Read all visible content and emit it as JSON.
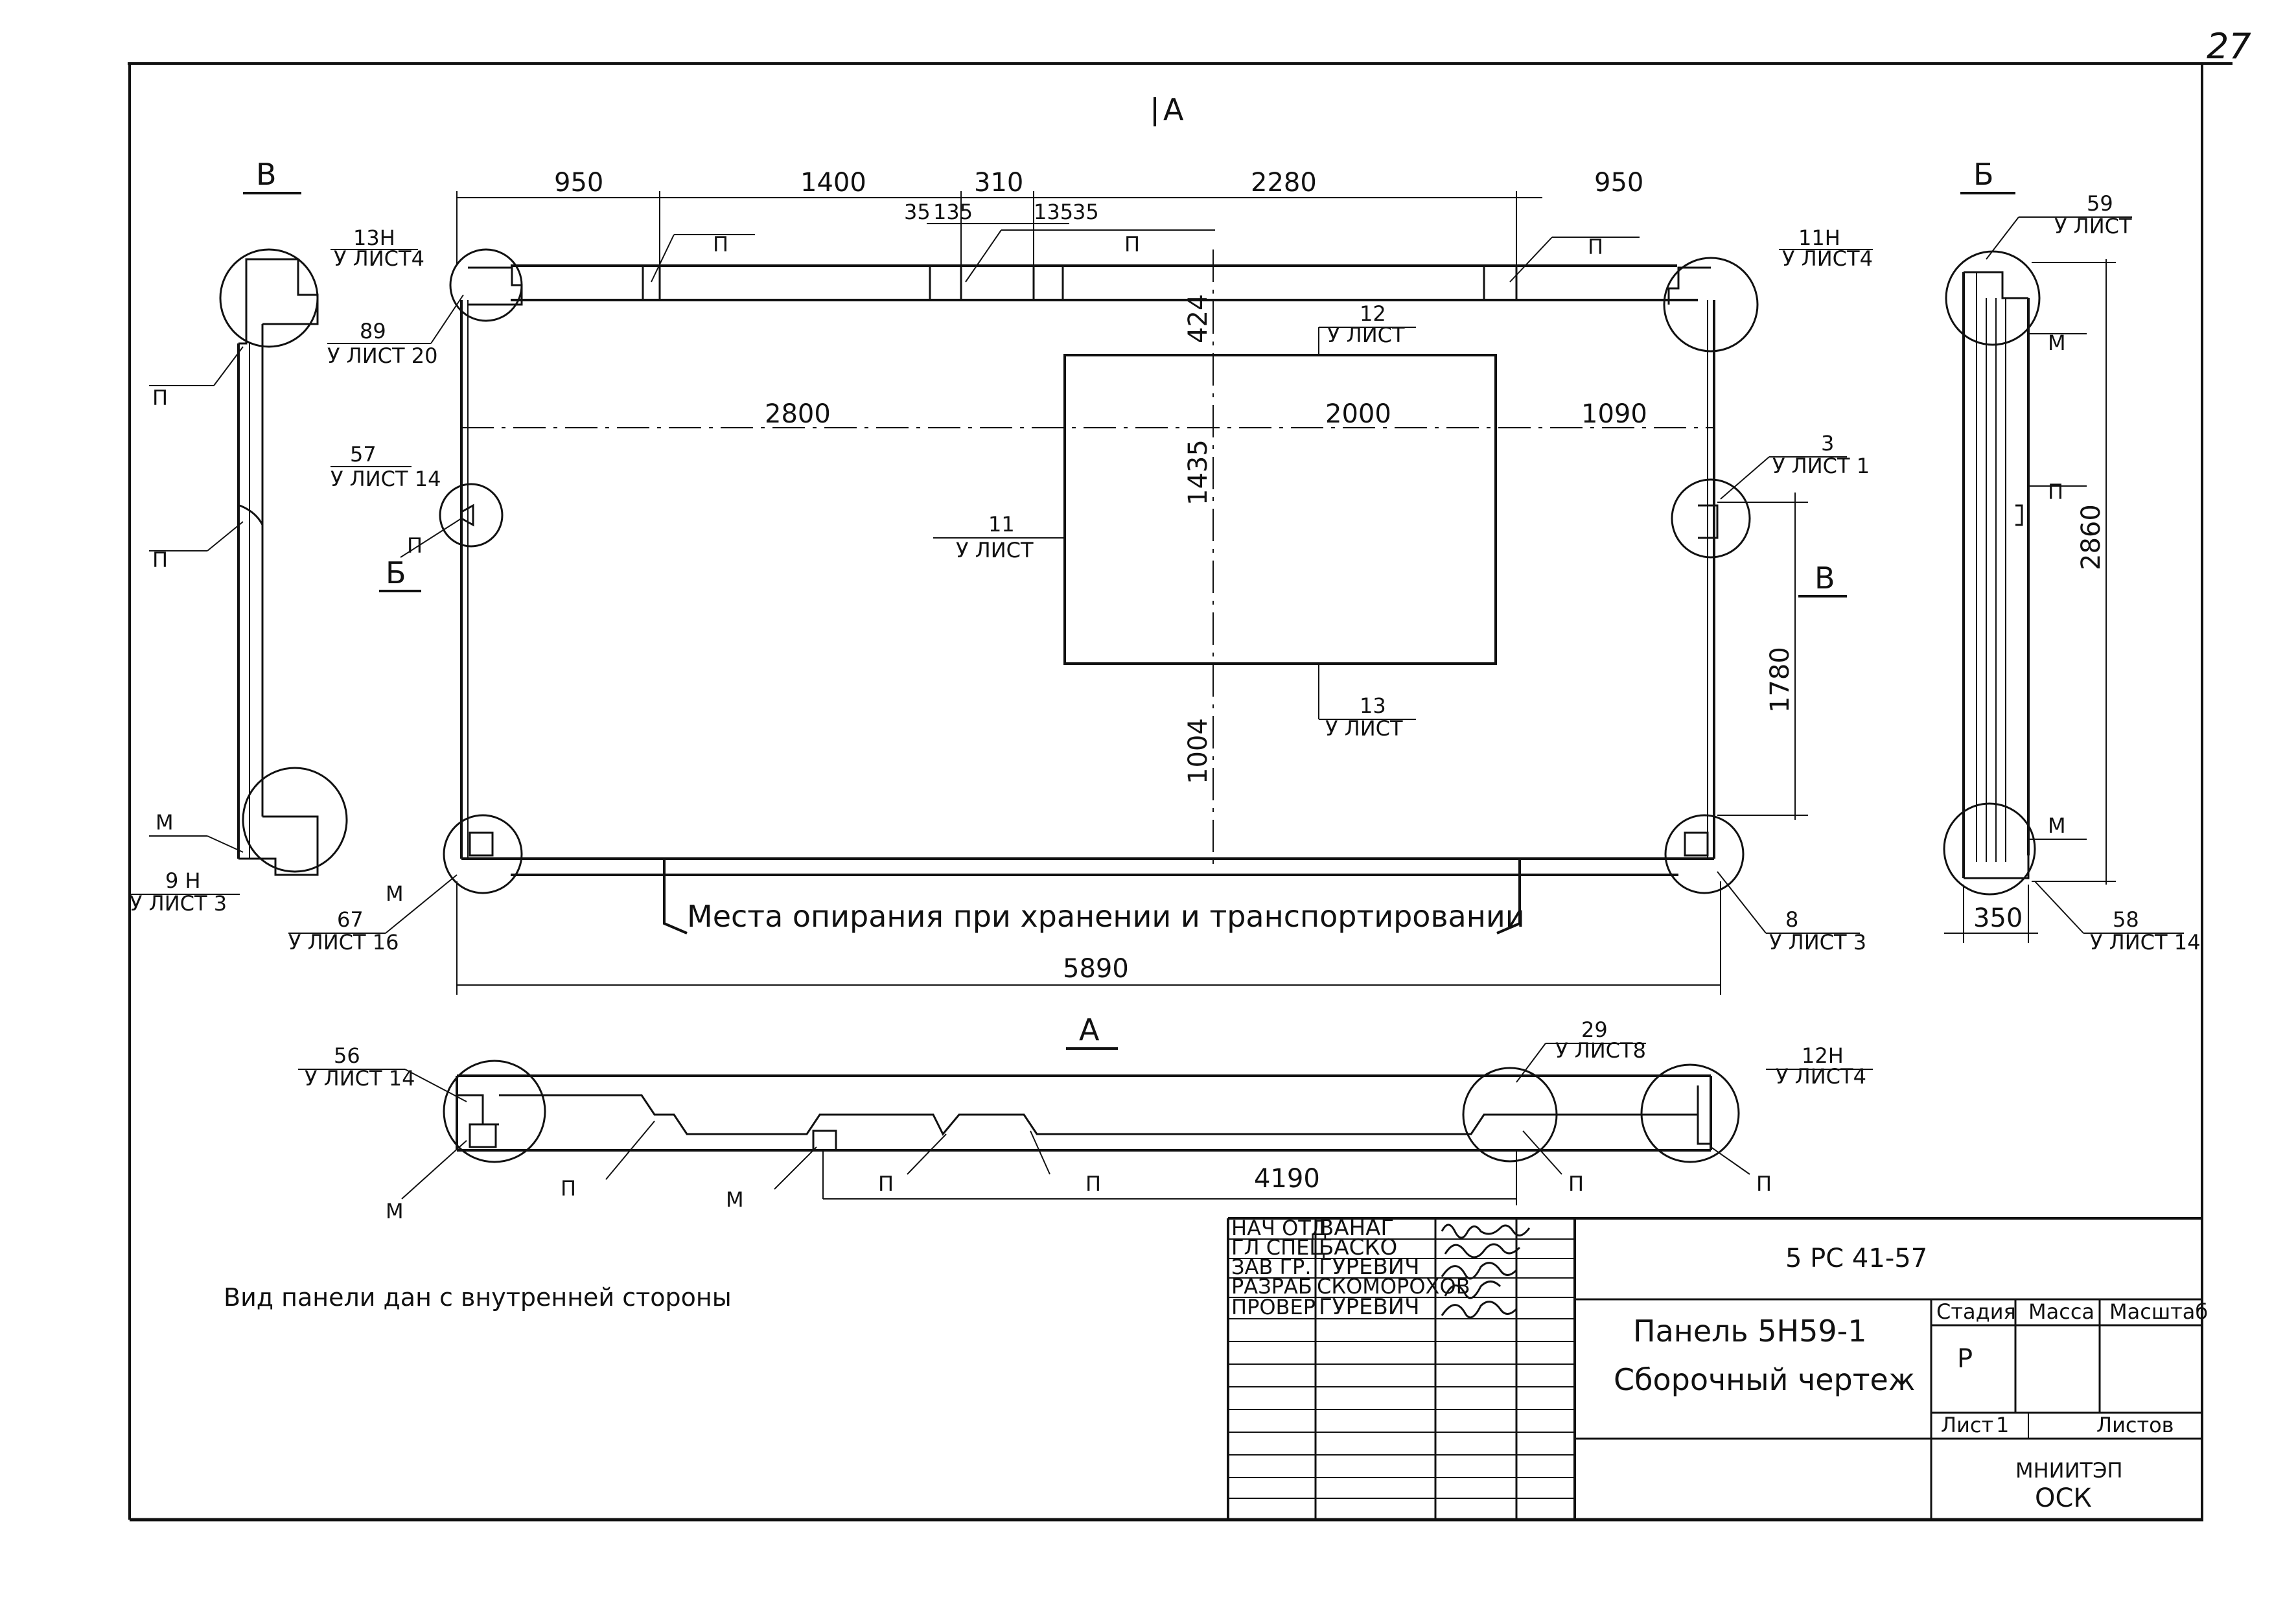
{
  "sheet_number": "27",
  "view_labels": {
    "a": "А",
    "b": "Б",
    "v": "В",
    "arrow_a": "А",
    "arrow_b": "Б",
    "arrow_v": "В"
  },
  "main": {
    "dims_top": [
      "950",
      "1400",
      "310",
      "2280",
      "950"
    ],
    "dims_small": [
      "35",
      "135",
      "135",
      "35"
    ],
    "dim_left_opening": "2800",
    "dim_opening_width": "2000",
    "dim_right_opening": "1090",
    "dim_top_to_opening": "424",
    "dim_opening_height": "1435",
    "dim_opening_to_bottom": "1004",
    "dim_right_height": "1780",
    "dim_total": "5890",
    "support_note": "Места опирания при хранении и транспортировании"
  },
  "callouts": {
    "c13h": {
      "num": "13Н",
      "ref": "У ЛИСТ4"
    },
    "c89": {
      "num": "89",
      "ref": "У ЛИСТ 20"
    },
    "c57": {
      "num": "57",
      "ref": "У ЛИСТ 14"
    },
    "c67": {
      "num": "67",
      "ref": "У ЛИСТ 16"
    },
    "c9h": {
      "num": "9 Н",
      "ref": "У ЛИСТ 3"
    },
    "c11h": {
      "num": "11Н",
      "ref": "У ЛИСТ4"
    },
    "c3": {
      "num": "3",
      "ref": "У ЛИСТ 1"
    },
    "c8": {
      "num": "8",
      "ref": "У ЛИСТ 3"
    },
    "c12": {
      "num": "12",
      "ref": "У ЛИСТ"
    },
    "c11": {
      "num": "11",
      "ref": "У ЛИСТ"
    },
    "c13": {
      "num": "13",
      "ref": "У ЛИСТ"
    },
    "c59": {
      "num": "59",
      "ref": "У ЛИСТ"
    },
    "c58": {
      "num": "58",
      "ref": "У ЛИСТ 14"
    },
    "c56": {
      "num": "56",
      "ref": "У ЛИСТ 14"
    },
    "c29": {
      "num": "29",
      "ref": "У ЛИСТ8"
    },
    "c12h": {
      "num": "12Н",
      "ref": "У ЛИСТ4"
    }
  },
  "markers": {
    "p": "П",
    "m": "М"
  },
  "side_b": {
    "dim_height": "2860",
    "dim_width": "350"
  },
  "view_a": {
    "dim": "4190"
  },
  "note": "Вид панели дан с внутренней стороны",
  "title_block": {
    "roles": [
      "НАЧ ОТД",
      "ГЛ СПЕЦ",
      "ЗАВ ГР.",
      "РАЗРАБ",
      "ПРОВЕР"
    ],
    "names": [
      "ВАНАГ",
      "БАСКО",
      "ГУРЕВИЧ",
      "СКОМОРОХОВ",
      "ГУРЕВИЧ"
    ],
    "code": "5 РС 41-57",
    "title1": "Панель 5Н59-1",
    "title2": "Сборочный чертеж",
    "stage_label": "Стадия",
    "mass_label": "Масса",
    "scale_label": "Масштаб",
    "stage_value": "Р",
    "sheet_label": "Лист",
    "sheet_value": "1",
    "sheets_label": "Листов",
    "org1": "МНИИТЭП",
    "org2": "ОСК"
  }
}
